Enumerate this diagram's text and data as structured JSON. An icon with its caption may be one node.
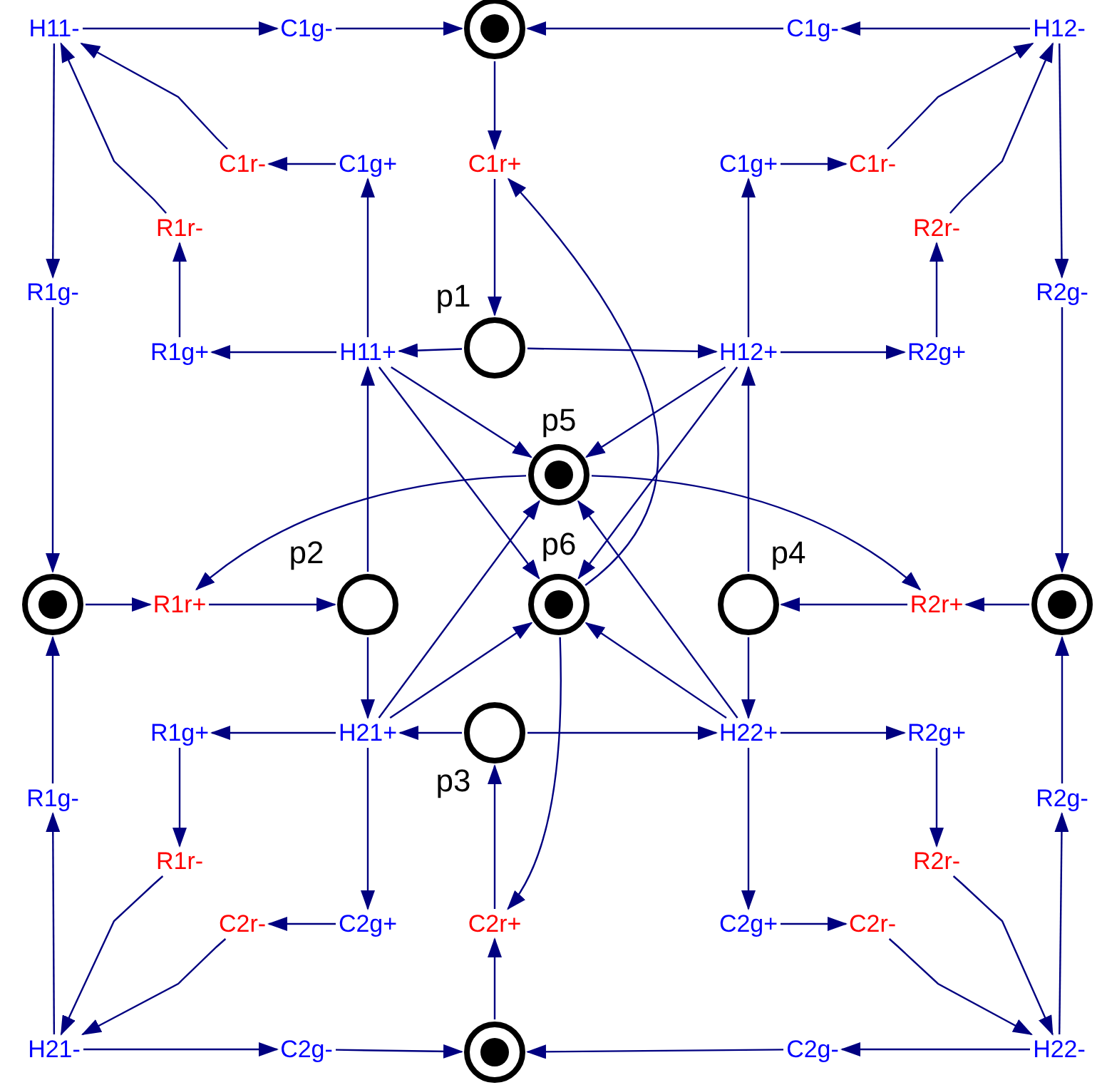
{
  "diagram": {
    "nodes": [
      {
        "text": [
          "H11-"
        ]
      },
      {
        "text": [
          "C1g-"
        ]
      },
      {
        "text": [],
        "shape": "circle"
      },
      {
        "text": [
          "C1g-"
        ]
      },
      {
        "text": [
          "H12-"
        ]
      },
      {
        "text": [
          "C1r-"
        ]
      },
      {
        "text": [
          "C1g+"
        ]
      },
      {
        "text": [
          "C1r+"
        ]
      },
      {
        "text": [
          "C1g+"
        ]
      },
      {
        "text": [
          "C1r-"
        ]
      },
      {
        "text": [
          "R1r-"
        ]
      },
      {
        "text": [
          "R2r-"
        ]
      },
      {
        "text": [
          "R1g-"
        ]
      },
      {
        "text": [
          "R2g-"
        ]
      },
      {
        "text": [
          "R1g+"
        ]
      },
      {
        "text": [
          "H11+"
        ]
      },
      {
        "text": [],
        "shape": "circle",
        "beside": [
          "p1"
        ]
      },
      {
        "text": [
          "H12+"
        ]
      },
      {
        "text": [
          "R2g+"
        ]
      },
      {
        "text": [],
        "shape": "circle",
        "beside": [
          "p5"
        ]
      },
      {
        "text": [],
        "shape": "circle"
      },
      {
        "text": [
          "R1r+"
        ]
      },
      {
        "text": [],
        "shape": "circle",
        "beside": [
          "p2"
        ]
      },
      {
        "text": [],
        "shape": "circle",
        "beside": [
          "p6"
        ]
      },
      {
        "text": [],
        "shape": "circle",
        "beside": [
          "p4"
        ]
      },
      {
        "text": [
          "R2r+"
        ]
      },
      {
        "text": [],
        "shape": "circle"
      },
      {
        "text": [
          "R1g+"
        ]
      },
      {
        "text": [
          "H21+"
        ]
      },
      {
        "text": [],
        "shape": "circle",
        "beside": [
          "p3"
        ]
      },
      {
        "text": [
          "H22+"
        ]
      },
      {
        "text": [
          "R2g+"
        ]
      },
      {
        "text": [
          "R1g-"
        ]
      },
      {
        "text": [
          "R2g-"
        ]
      },
      {
        "text": [
          "R1r-"
        ]
      },
      {
        "text": [
          "R2r-"
        ]
      },
      {
        "text": [
          "C2r-"
        ]
      },
      {
        "text": [
          "C2g+"
        ]
      },
      {
        "text": [
          "C2r+"
        ]
      },
      {
        "text": [
          "C2g+"
        ]
      },
      {
        "text": [
          "C2r-"
        ]
      },
      {
        "text": [
          "H21-"
        ]
      },
      {
        "text": [
          "C2g-"
        ]
      },
      {
        "text": [],
        "shape": "circle"
      },
      {
        "text": [
          "C2g-"
        ]
      },
      {
        "text": [
          "H22-"
        ]
      }
    ],
    "edges": [
      {
        "from": 0,
        "to": 1,
        "arrow": "to"
      },
      {
        "from": 1,
        "to": 2,
        "arrow": "to"
      },
      {
        "from": 4,
        "to": 3,
        "arrow": "to"
      },
      {
        "from": 3,
        "to": 2,
        "arrow": "to"
      },
      {
        "from": 2,
        "to": 7,
        "arrow": "to"
      },
      {
        "from": 7,
        "to": 16,
        "arrow": "to"
      },
      {
        "from": 0,
        "to": 12,
        "arrow": "to"
      },
      {
        "from": 12,
        "to": 20,
        "arrow": "to"
      },
      {
        "from": 5,
        "to": 0,
        "arrow": "to"
      },
      {
        "from": 10,
        "to": 0,
        "arrow": "to"
      },
      {
        "from": 6,
        "to": 5,
        "arrow": "to"
      },
      {
        "from": 15,
        "to": 6,
        "arrow": "to"
      },
      {
        "from": 14,
        "to": 10,
        "arrow": "to"
      },
      {
        "from": 15,
        "to": 14,
        "arrow": "to"
      },
      {
        "from": 16,
        "to": 15,
        "arrow": "to"
      },
      {
        "from": 16,
        "to": 17,
        "arrow": "to"
      },
      {
        "from": 17,
        "to": 8,
        "arrow": "to"
      },
      {
        "from": 8,
        "to": 9,
        "arrow": "to"
      },
      {
        "from": 9,
        "to": 4,
        "arrow": "to"
      },
      {
        "from": 11,
        "to": 4,
        "arrow": "to"
      },
      {
        "from": 18,
        "to": 11,
        "arrow": "to"
      },
      {
        "from": 17,
        "to": 18,
        "arrow": "to"
      },
      {
        "from": 4,
        "to": 13,
        "arrow": "to"
      },
      {
        "from": 13,
        "to": 26,
        "arrow": "to"
      },
      {
        "from": 20,
        "to": 21,
        "arrow": "to"
      },
      {
        "from": 21,
        "to": 22,
        "arrow": "to"
      },
      {
        "from": 22,
        "to": 15,
        "arrow": "to"
      },
      {
        "from": 22,
        "to": 28,
        "arrow": "to"
      },
      {
        "from": 26,
        "to": 25,
        "arrow": "to"
      },
      {
        "from": 25,
        "to": 24,
        "arrow": "to"
      },
      {
        "from": 24,
        "to": 17,
        "arrow": "to"
      },
      {
        "from": 24,
        "to": 30,
        "arrow": "to"
      },
      {
        "from": 29,
        "to": 28,
        "arrow": "to"
      },
      {
        "from": 29,
        "to": 30,
        "arrow": "to"
      },
      {
        "from": 38,
        "to": 29,
        "arrow": "to"
      },
      {
        "from": 43,
        "to": 38,
        "arrow": "to"
      },
      {
        "from": 28,
        "to": 27,
        "arrow": "to"
      },
      {
        "from": 27,
        "to": 34,
        "arrow": "to"
      },
      {
        "from": 34,
        "to": 41,
        "arrow": "to"
      },
      {
        "from": 36,
        "to": 41,
        "arrow": "to"
      },
      {
        "from": 37,
        "to": 36,
        "arrow": "to"
      },
      {
        "from": 28,
        "to": 37,
        "arrow": "to"
      },
      {
        "from": 41,
        "to": 32,
        "arrow": "to"
      },
      {
        "from": 32,
        "to": 20,
        "arrow": "to"
      },
      {
        "from": 41,
        "to": 42,
        "arrow": "to"
      },
      {
        "from": 42,
        "to": 43,
        "arrow": "to"
      },
      {
        "from": 30,
        "to": 31,
        "arrow": "to"
      },
      {
        "from": 31,
        "to": 35,
        "arrow": "to"
      },
      {
        "from": 35,
        "to": 45,
        "arrow": "to"
      },
      {
        "from": 40,
        "to": 45,
        "arrow": "to"
      },
      {
        "from": 39,
        "to": 40,
        "arrow": "to"
      },
      {
        "from": 30,
        "to": 39,
        "arrow": "to"
      },
      {
        "from": 45,
        "to": 33,
        "arrow": "to"
      },
      {
        "from": 33,
        "to": 26,
        "arrow": "to"
      },
      {
        "from": 45,
        "to": 44,
        "arrow": "to"
      },
      {
        "from": 44,
        "to": 43,
        "arrow": "to"
      },
      {
        "from": 15,
        "to": 19,
        "arrow": "to"
      },
      {
        "from": 15,
        "to": 23,
        "arrow": "to"
      },
      {
        "from": 17,
        "to": 19,
        "arrow": "to"
      },
      {
        "from": 17,
        "to": 23,
        "arrow": "to"
      },
      {
        "from": 28,
        "to": 19,
        "arrow": "to"
      },
      {
        "from": 28,
        "to": 23,
        "arrow": "to"
      },
      {
        "from": 30,
        "to": 19,
        "arrow": "to"
      },
      {
        "from": 30,
        "to": 23,
        "arrow": "to"
      },
      {
        "from": 19,
        "to": 21,
        "arrow": "to"
      },
      {
        "from": 19,
        "to": 25,
        "arrow": "to"
      },
      {
        "from": 23,
        "to": 7,
        "arrow": "to"
      },
      {
        "from": 23,
        "to": 38,
        "arrow": "to"
      }
    ]
  }
}
